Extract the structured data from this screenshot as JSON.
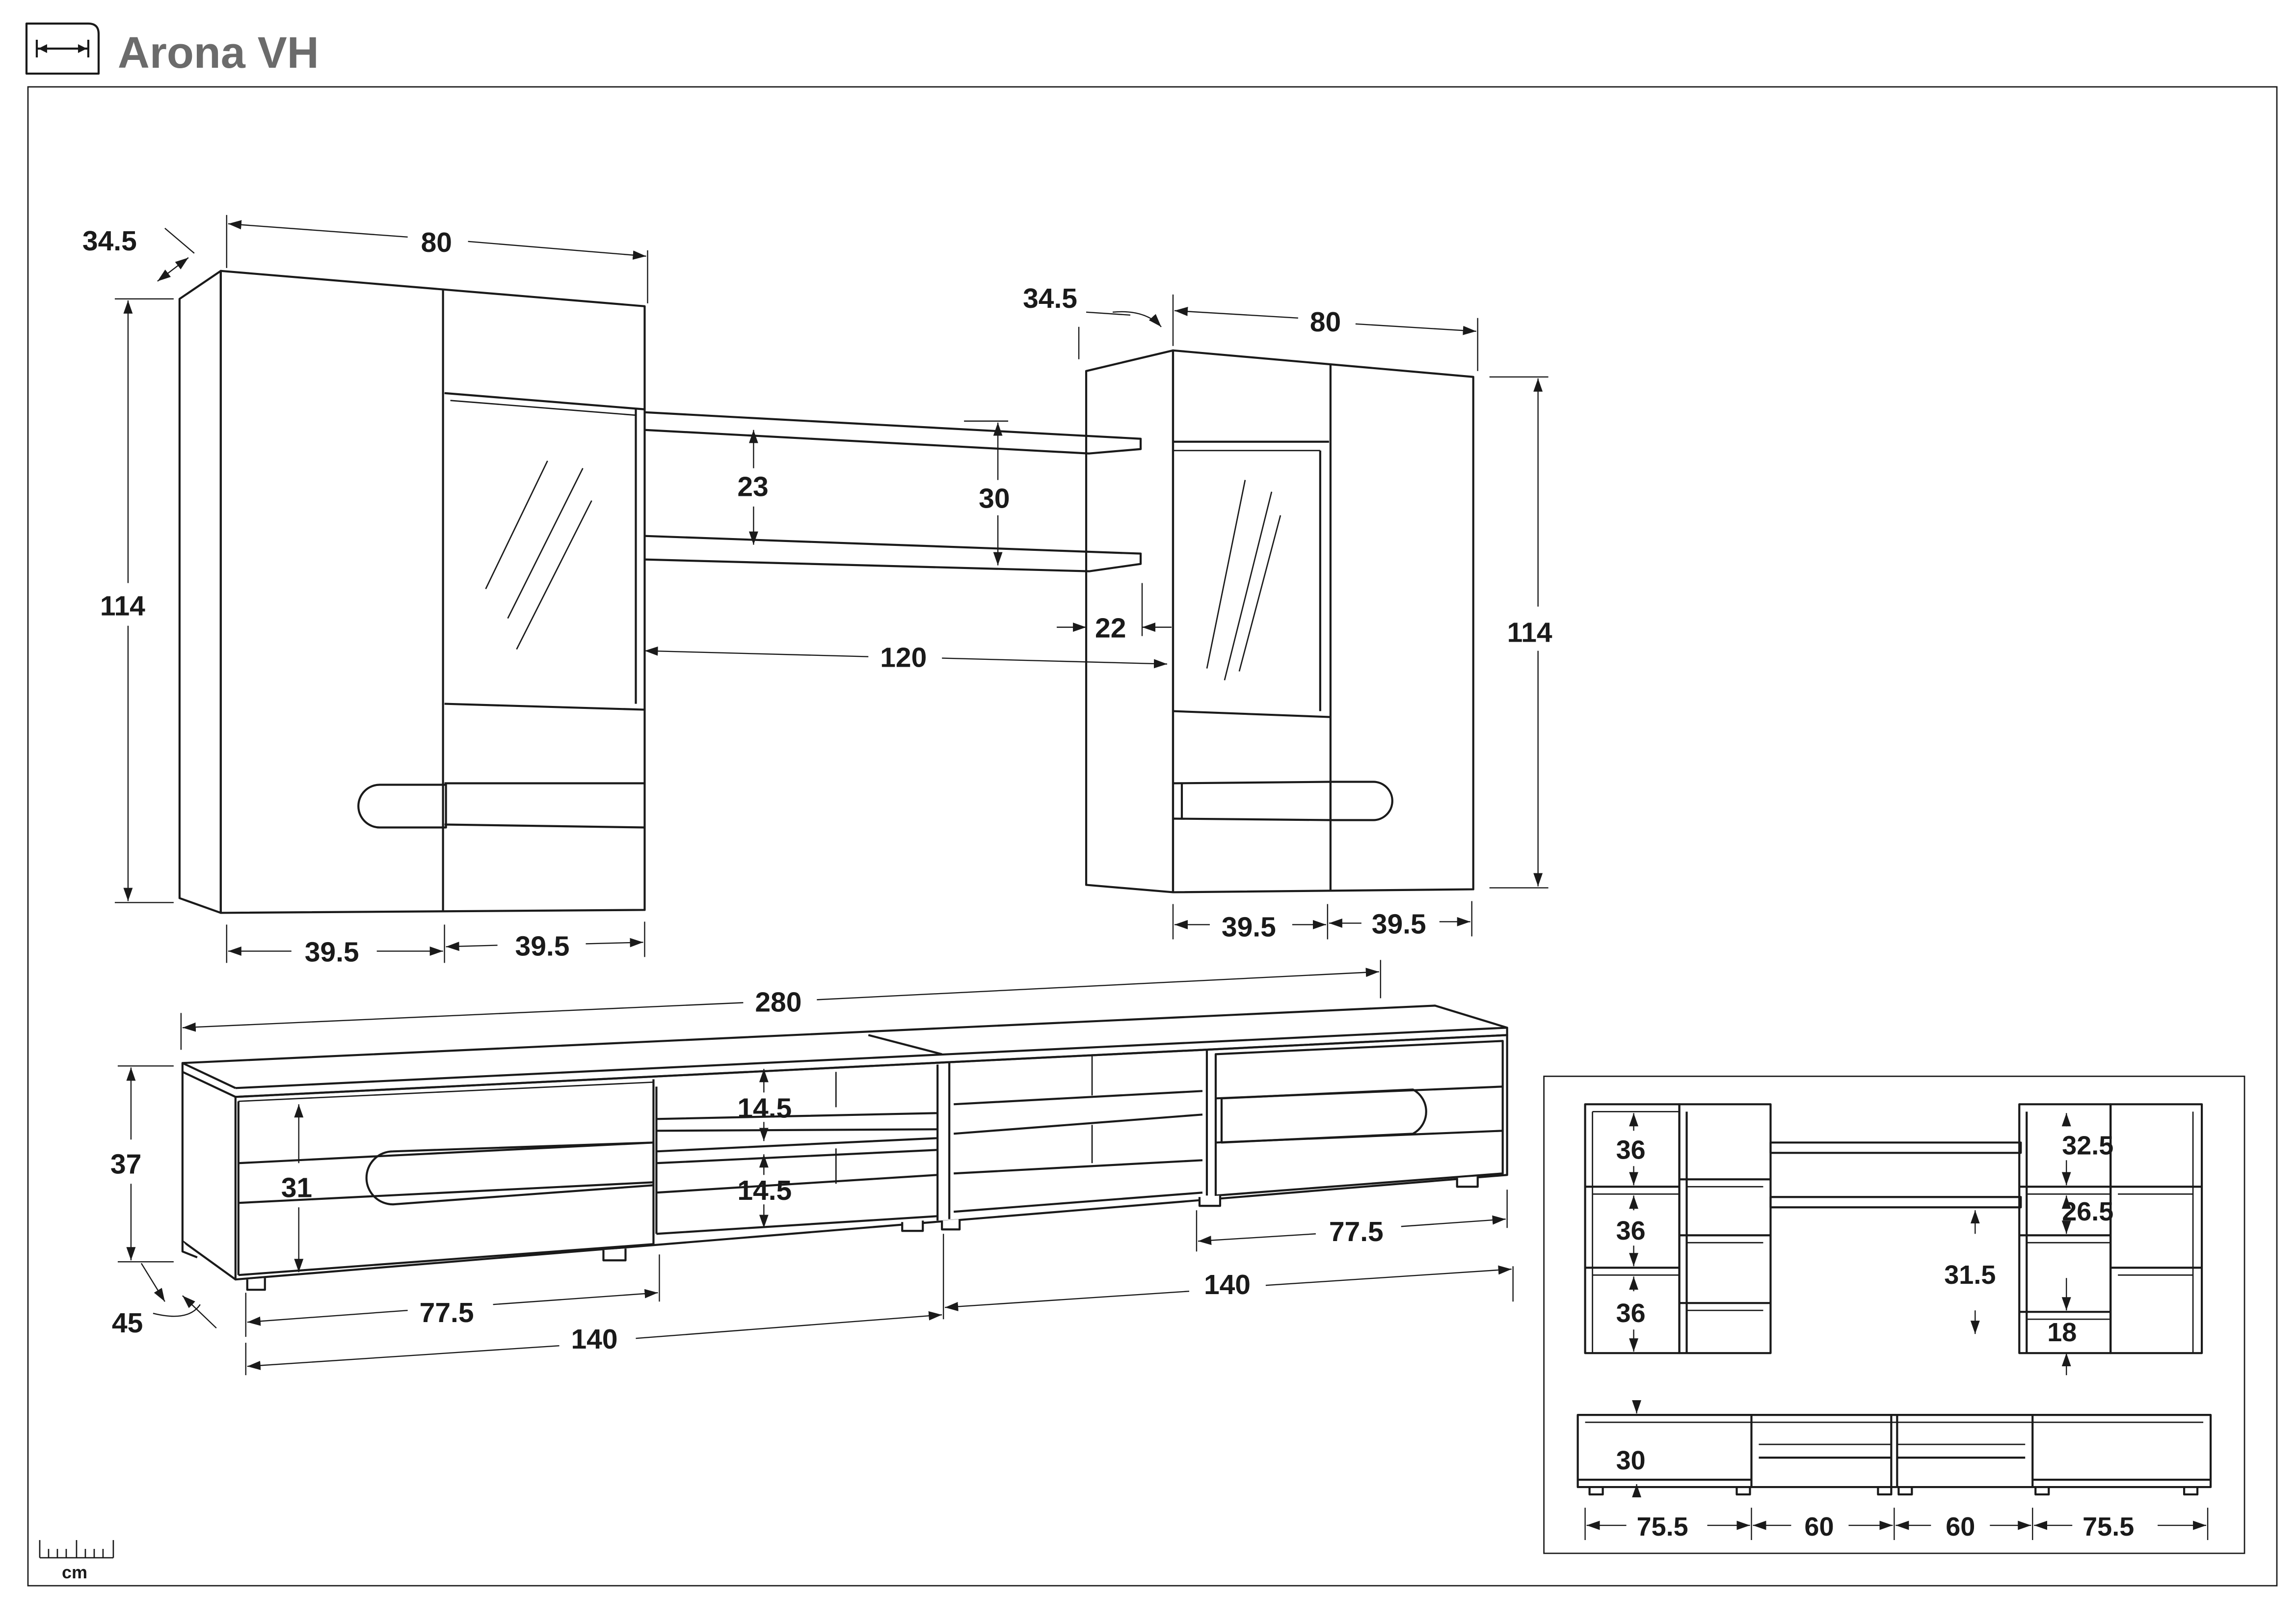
{
  "header": {
    "title": "Arona VH",
    "icon": "dimensions-icon"
  },
  "scale": {
    "unit": "cm"
  },
  "wall_left": {
    "depth": "34.5",
    "width": "80",
    "height": "114",
    "door_left": "39.5",
    "door_right": "39.5"
  },
  "shelves": {
    "gap": "23",
    "height": "30",
    "width": "120",
    "offset": "22"
  },
  "wall_right": {
    "depth": "34.5",
    "width": "80",
    "height": "114",
    "door_left": "39.5",
    "door_right": "39.5"
  },
  "tv_bench": {
    "total_width": "280",
    "height": "37",
    "depth": "45",
    "front_height": "31",
    "shelf_gap_top": "14.5",
    "shelf_gap_bottom": "14.5",
    "door_width_left": "77.5",
    "module_width_left": "140",
    "door_width_right": "77.5",
    "module_width_right": "140"
  },
  "inset": {
    "left_comp_top": "36",
    "left_comp_mid": "36",
    "left_comp_bottom": "36",
    "right_comp_top": "32.5",
    "right_comp_mid": "26.5",
    "right_comp_bottom": "18",
    "shelf_height": "31.5",
    "bench_height": "30",
    "bench_w1": "75.5",
    "bench_w2": "60",
    "bench_w3": "60",
    "bench_w4": "75.5"
  }
}
